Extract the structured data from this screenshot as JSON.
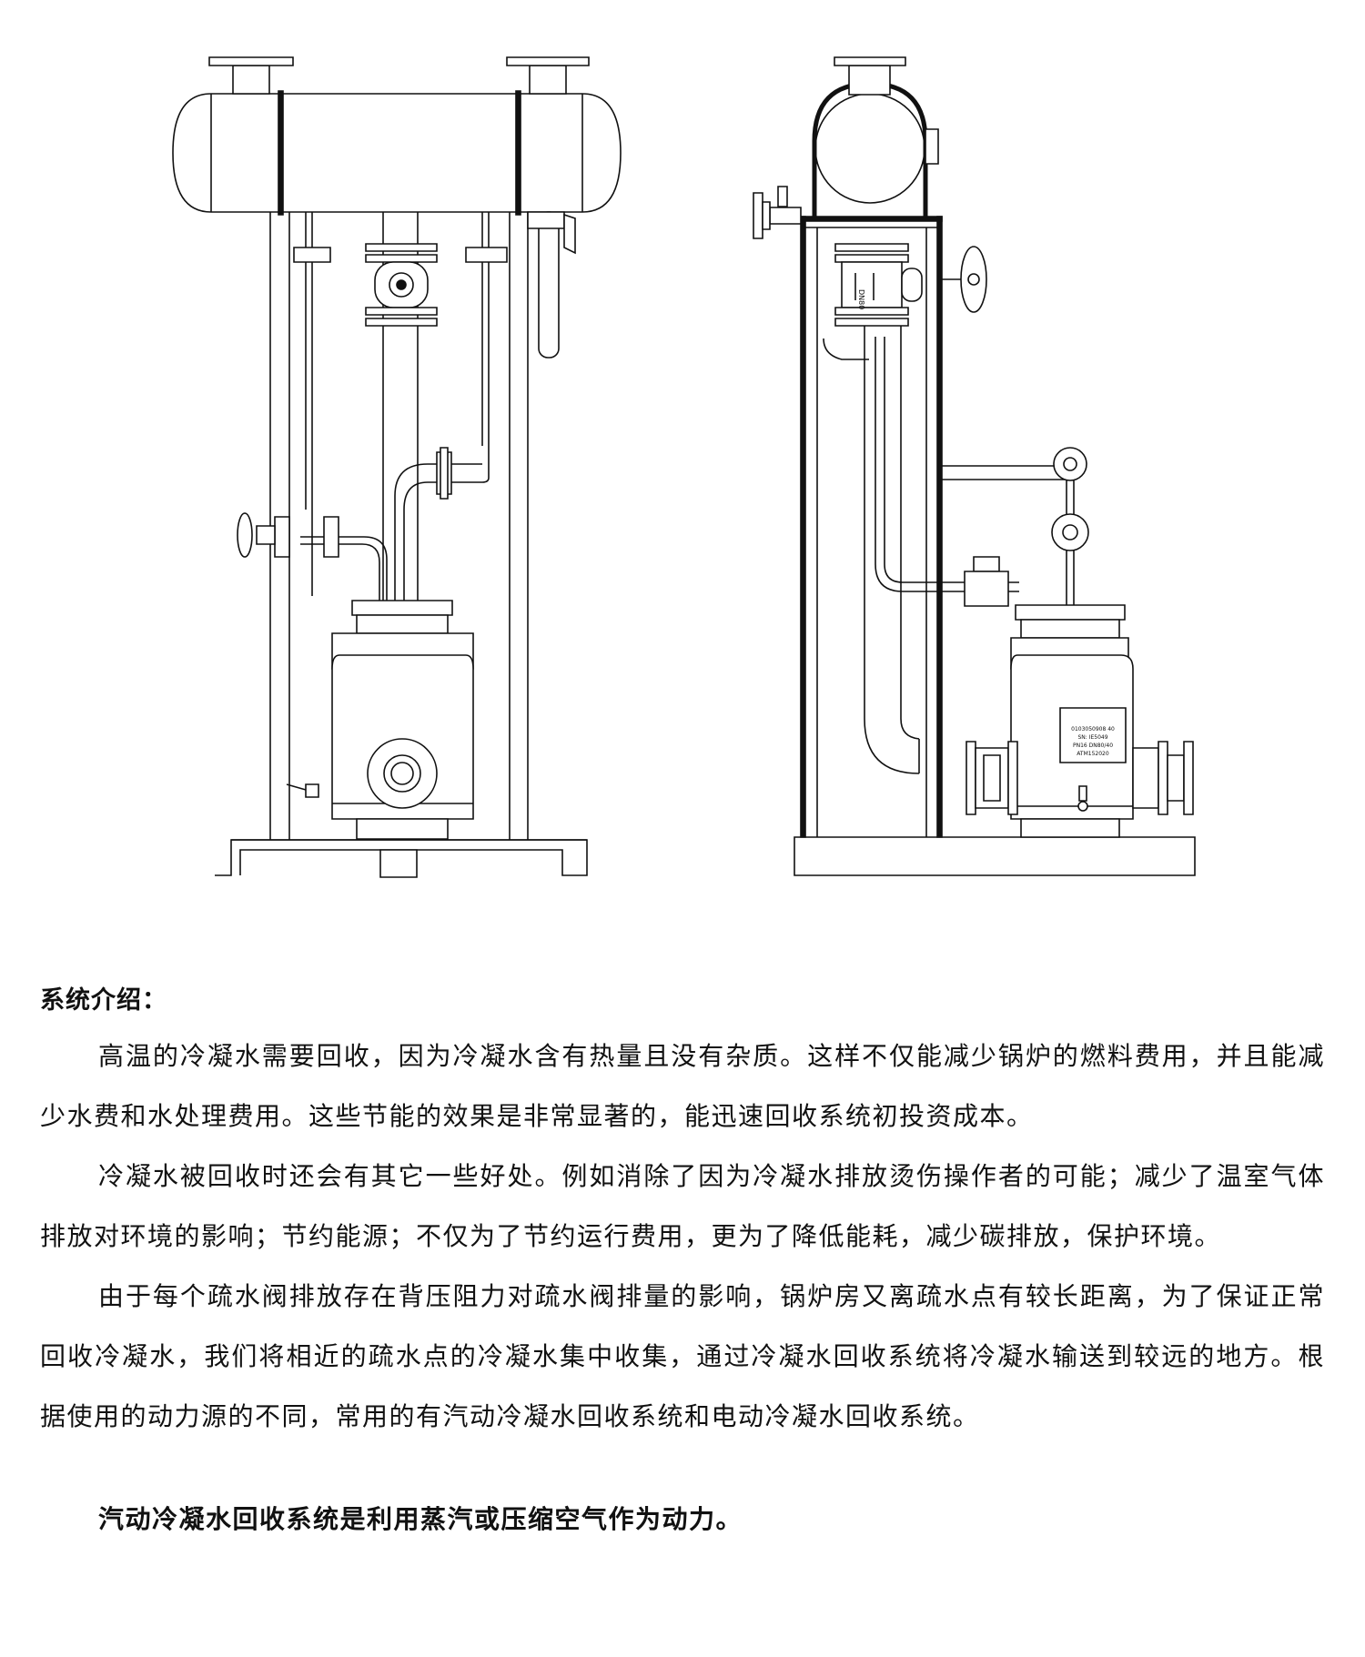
{
  "drawing": {
    "nameplate_lines": [
      "0103050908 40",
      "SN: IE5049",
      "PN16 DN80/40",
      "ATM152020"
    ],
    "side_gauge_label": "DN80"
  },
  "text": {
    "heading": "系统介绍：",
    "paragraphs": [
      "高温的冷凝水需要回收，因为冷凝水含有热量且没有杂质。这样不仅能减少锅炉的燃料费用，并且能减少水费和水处理费用。这些节能的效果是非常显著的，能迅速回收系统初投资成本。",
      "冷凝水被回收时还会有其它一些好处。例如消除了因为冷凝水排放烫伤操作者的可能；减少了温室气体排放对环境的影响；节约能源；不仅为了节约运行费用，更为了降低能耗，减少碳排放，保护环境。",
      "由于每个疏水阀排放存在背压阻力对疏水阀排量的影响，锅炉房又离疏水点有较长距离，为了保证正常回收冷凝水，我们将相近的疏水点的冷凝水集中收集，通过冷凝水回收系统将冷凝水输送到较远的地方。根据使用的动力源的不同，常用的有汽动冷凝水回收系统和电动冷凝水回收系统。"
    ],
    "emphasis": "汽动冷凝水回收系统是利用蒸汽或压缩空气作为动力。"
  }
}
